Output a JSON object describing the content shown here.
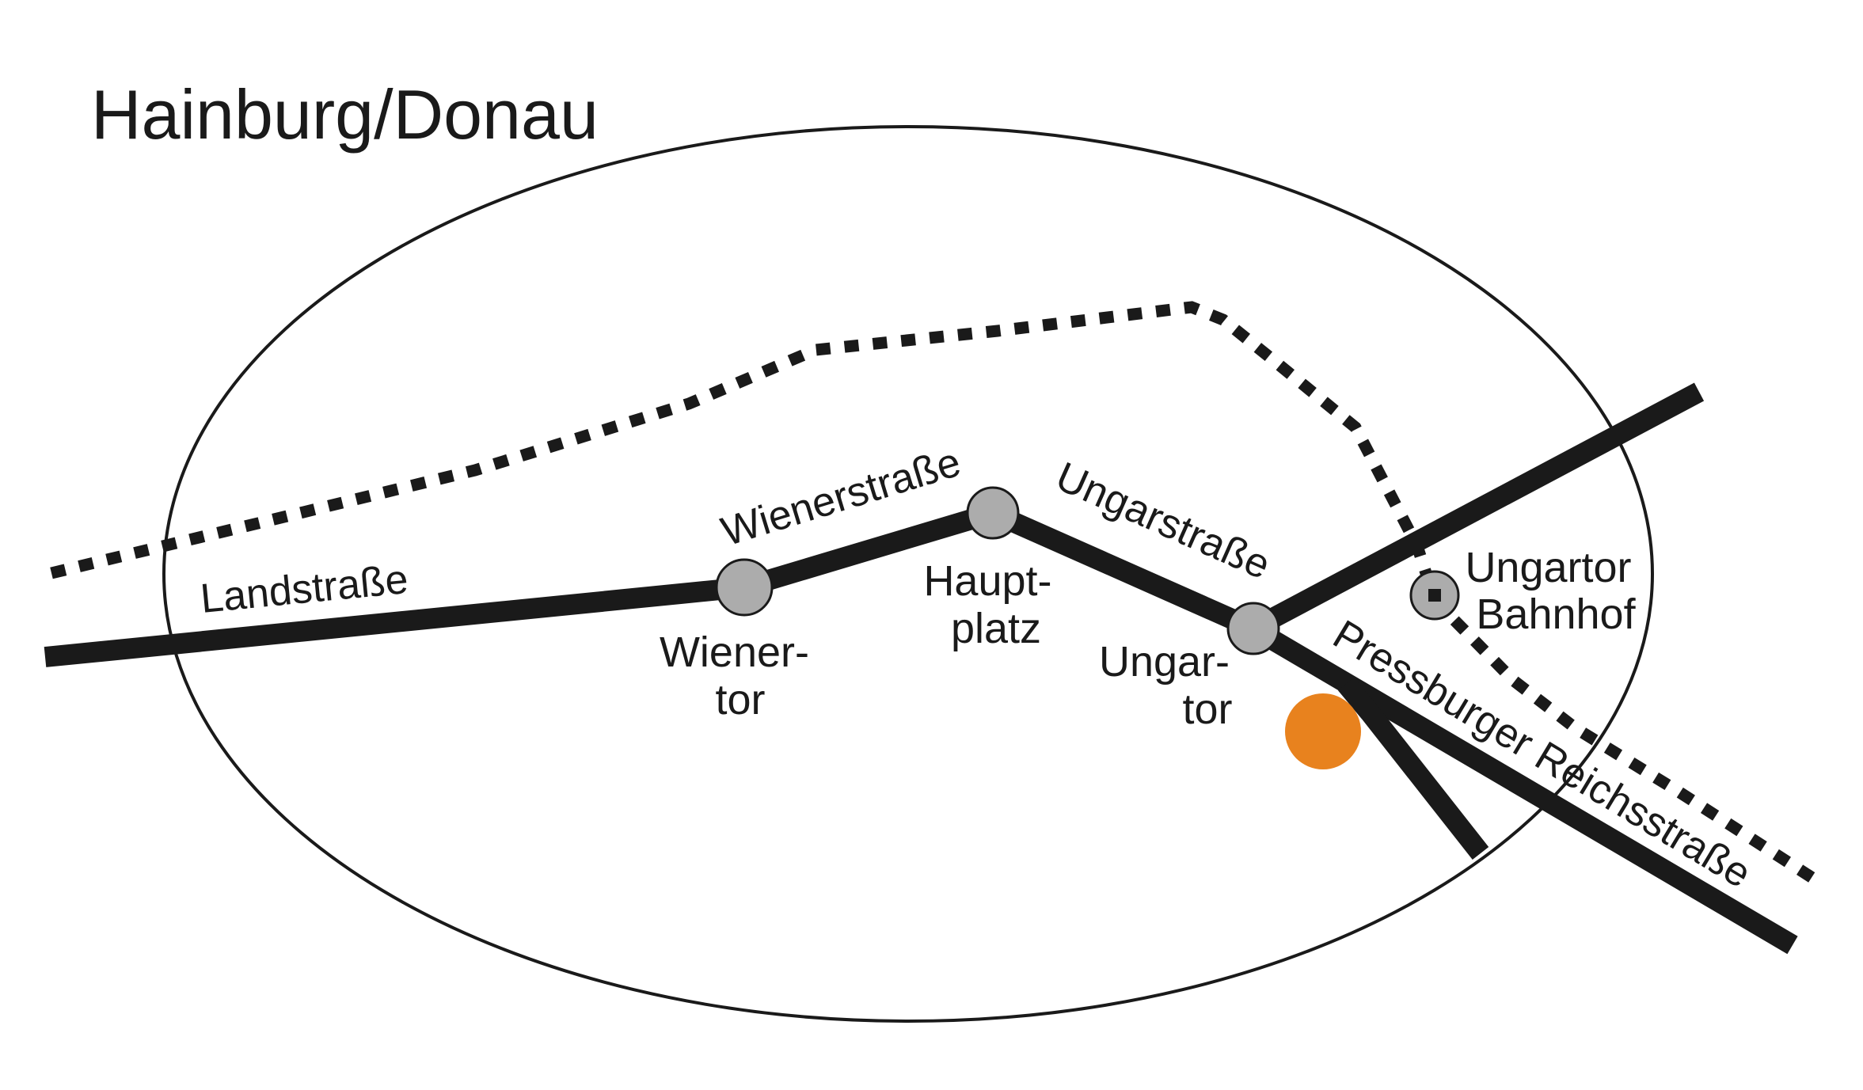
{
  "title": "Hainburg/Donau",
  "streets": {
    "landstrasse": "Landstraße",
    "wienerstrasse": "Wienerstraße",
    "ungarstrasse": "Ungarstraße",
    "pressburger": "Pressburger Reichsstraße"
  },
  "stops": {
    "wienertor": [
      "Wiener-",
      "tor"
    ],
    "hauptplatz": [
      "Haupt-",
      "platz"
    ],
    "ungartor": [
      "Ungar-",
      "tor"
    ],
    "bahnhof": [
      "Ungartor",
      "Bahnhof"
    ]
  },
  "colors": {
    "line": "#1a1a1a",
    "stop_fill": "#acacac",
    "highlight": "#e8821e"
  }
}
